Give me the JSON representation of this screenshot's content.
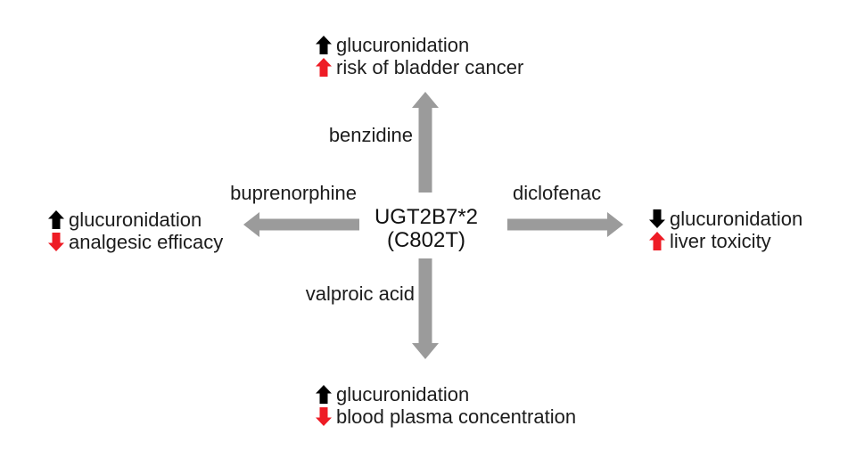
{
  "colors": {
    "arrow_gray": "#9b9b9b",
    "black": "#000000",
    "red": "#ee1c25"
  },
  "center": {
    "gene": "UGT2B7*2",
    "variant": "(C802T)"
  },
  "branches": {
    "top": {
      "drug": "benzidine",
      "arrow_direction": "up",
      "effects": [
        {
          "direction": "up",
          "color": "black",
          "label": "glucuronidation"
        },
        {
          "direction": "up",
          "color": "red",
          "label": "risk of bladder cancer"
        }
      ]
    },
    "left": {
      "drug": "buprenorphine",
      "arrow_direction": "left",
      "effects": [
        {
          "direction": "up",
          "color": "black",
          "label": "glucuronidation"
        },
        {
          "direction": "down",
          "color": "red",
          "label": "analgesic efficacy"
        }
      ]
    },
    "right": {
      "drug": "diclofenac",
      "arrow_direction": "right",
      "effects": [
        {
          "direction": "down",
          "color": "black",
          "label": "glucuronidation"
        },
        {
          "direction": "up",
          "color": "red",
          "label": "liver toxicity"
        }
      ]
    },
    "bottom": {
      "drug": "valproic acid",
      "arrow_direction": "down",
      "effects": [
        {
          "direction": "up",
          "color": "black",
          "label": "glucuronidation"
        },
        {
          "direction": "down",
          "color": "red",
          "label": "blood plasma concentration"
        }
      ]
    }
  }
}
